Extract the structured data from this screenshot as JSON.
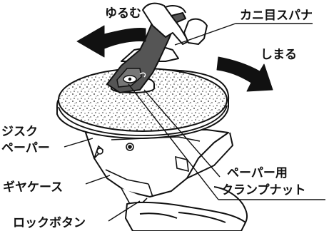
{
  "labels": {
    "loosen": "ゆるむ",
    "tighten": "しまる",
    "spanner": "カニ目スパナ",
    "disc_paper_line1": "ジスク",
    "disc_paper_line2": "ペーパー",
    "gear_case": "ギヤケース",
    "clamp_nut_line1": "ペーパー用",
    "clamp_nut_line2": "クランプナット",
    "lock_button": "ロックボタン"
  },
  "icons": {
    "loosen_arrow": "arrow-left-icon",
    "tighten_arrow": "arrow-down-right-icon"
  }
}
